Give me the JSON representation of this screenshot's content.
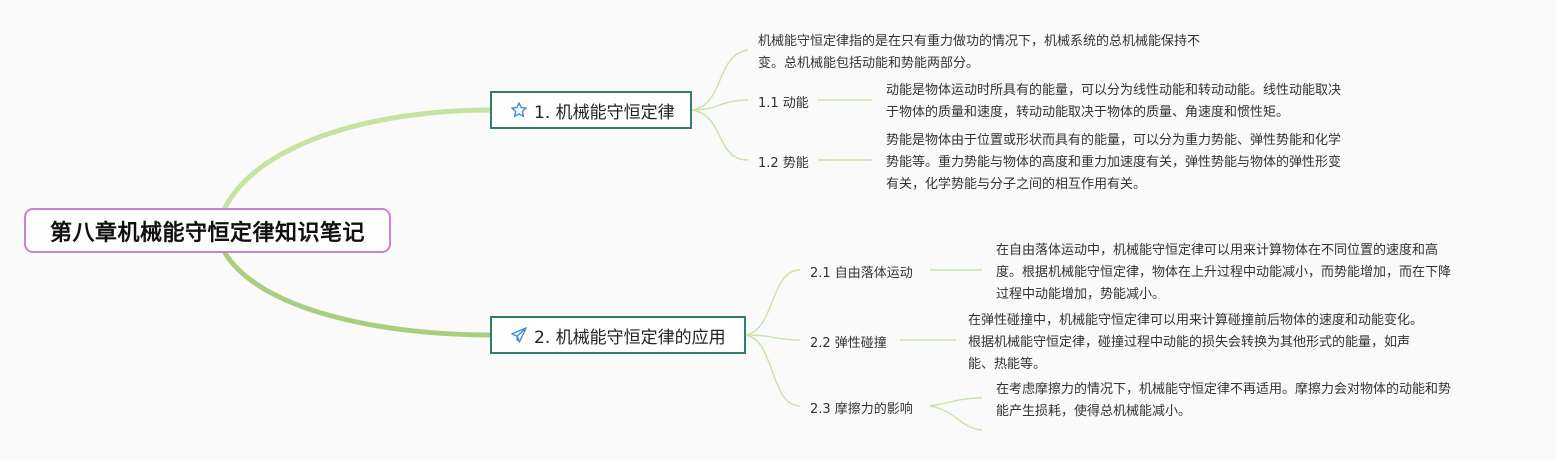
{
  "root": {
    "title": "第八章机械能守恒定律知识笔记"
  },
  "branches": [
    {
      "label": "1. 机械能守恒定律",
      "icon": "star-icon",
      "intro": [
        "机械能守恒定律指的是在只有重力做功的情况下，机械系统的总机械能保持不",
        "变。总机械能包括动能和势能两部分。"
      ],
      "children": [
        {
          "label": "1.1 动能",
          "desc": [
            "动能是物体运动时所具有的能量，可以分为线性动能和转动动能。线性动能取决",
            "于物体的质量和速度，转动动能取决于物体的质量、角速度和惯性矩。"
          ]
        },
        {
          "label": "1.2 势能",
          "desc": [
            "势能是物体由于位置或形状而具有的能量，可以分为重力势能、弹性势能和化学",
            "势能等。重力势能与物体的高度和重力加速度有关，弹性势能与物体的弹性形变",
            "有关，化学势能与分子之间的相互作用有关。"
          ]
        }
      ]
    },
    {
      "label": "2. 机械能守恒定律的应用",
      "icon": "paper-plane-icon",
      "children": [
        {
          "label": "2.1 自由落体运动",
          "desc": [
            "在自由落体运动中，机械能守恒定律可以用来计算物体在不同位置的速度和高",
            "度。根据机械能守恒定律，物体在上升过程中动能减小，而势能增加，而在下降",
            "过程中动能增加，势能减小。"
          ]
        },
        {
          "label": "2.2 弹性碰撞",
          "desc": [
            "在弹性碰撞中，机械能守恒定律可以用来计算碰撞前后物体的速度和动能变化。",
            "根据机械能守恒定律，碰撞过程中动能的损失会转换为其他形式的能量，如声",
            "能、热能等。"
          ]
        },
        {
          "label": "2.3 摩擦力的影响",
          "desc": [
            "在考虑摩擦力的情况下，机械能守恒定律不再适用。摩擦力会对物体的动能和势",
            "能产生损耗，使得总机械能减小。"
          ]
        }
      ]
    }
  ],
  "colors": {
    "root_border": "#d07fd3",
    "main_border": "#2f7d6e",
    "branch_1": "#c6e3a0",
    "branch_2": "#a9cf7e",
    "leaf_line": "#c8e2ad",
    "icon": "#3a8fd6"
  }
}
